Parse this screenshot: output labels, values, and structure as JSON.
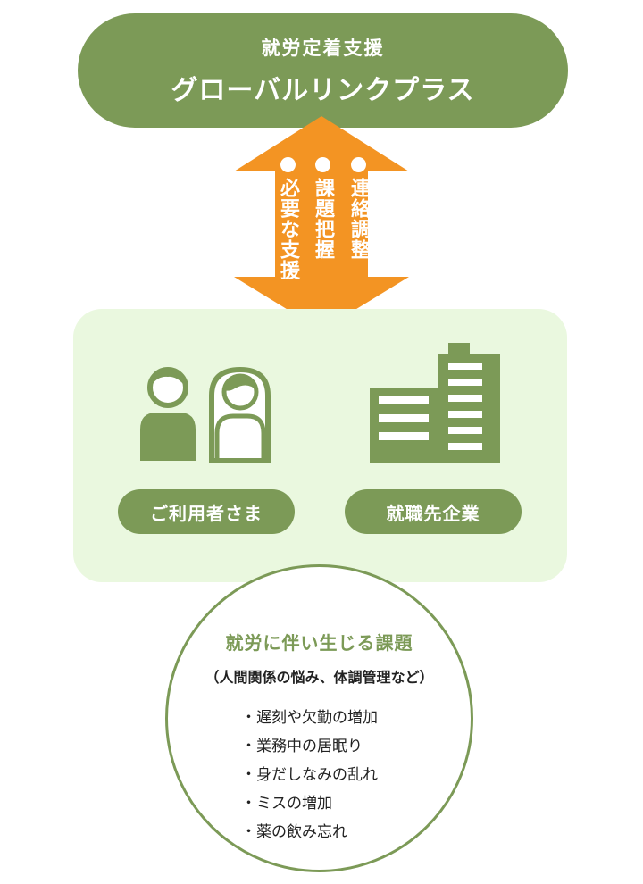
{
  "header": {
    "subtitle": "就労定着支援",
    "title": "グローバルリンクプラス"
  },
  "arrow": {
    "items": [
      "連絡調整",
      "課題把握",
      "必要な支援"
    ]
  },
  "parties": {
    "users_label": "ご利用者さま",
    "company_label": "就職先企業"
  },
  "issues": {
    "title": "就労に伴い生じる課題",
    "subtitle": "（人間関係の悩み、体調管理など）",
    "items": [
      "・遅刻や欠勤の増加",
      "・業務中の居眠り",
      "・身だしなみの乱れ",
      "・ミスの増加",
      "・薬の飲み忘れ"
    ]
  },
  "colors": {
    "green": "#7c9a57",
    "orange": "#f39423",
    "panel": "#eaf8df"
  }
}
